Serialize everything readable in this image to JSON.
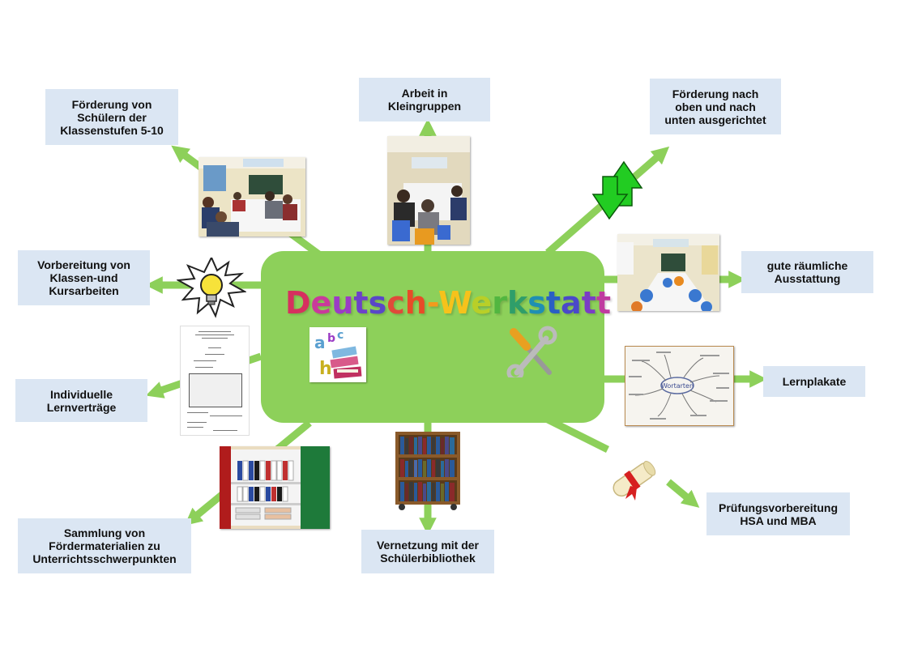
{
  "title": {
    "letters": [
      {
        "ch": "D",
        "color": "#d6315f"
      },
      {
        "ch": "e",
        "color": "#c93a9b"
      },
      {
        "ch": "u",
        "color": "#9b3cc5"
      },
      {
        "ch": "t",
        "color": "#6d41c9"
      },
      {
        "ch": "s",
        "color": "#5947c8"
      },
      {
        "ch": "c",
        "color": "#e04a3a"
      },
      {
        "ch": "h",
        "color": "#e84b28"
      },
      {
        "ch": "-",
        "color": "#f39a1d"
      },
      {
        "ch": "W",
        "color": "#f6c21b"
      },
      {
        "ch": "e",
        "color": "#b9cf28"
      },
      {
        "ch": "r",
        "color": "#52b640"
      },
      {
        "ch": "k",
        "color": "#2f9e6a"
      },
      {
        "ch": "s",
        "color": "#1f8fb3"
      },
      {
        "ch": "t",
        "color": "#2a5fc4"
      },
      {
        "ch": "a",
        "color": "#4a49c9"
      },
      {
        "ch": "t",
        "color": "#7a3dc6"
      },
      {
        "ch": "t",
        "color": "#c03ba0"
      }
    ]
  },
  "boxes": {
    "foerderung_klassen": "Förderung von\nSchülern der\nKlassenstufen 5-10",
    "kleingruppen": "Arbeit in\nKleingruppen",
    "oben_unten": "Förderung nach\noben und nach\nunten ausgerichtet",
    "vorbereitung": "Vorbereitung von\nKlassen-und\nKursarbeiten",
    "raeumlich": "gute räumliche\nAusstattung",
    "lernvertraege": "Individuelle\nLernverträge",
    "lernplakate": "Lernplakate",
    "sammlung": "Sammlung von\nFördermaterialien zu\nUnterrichtsschwerpunkten",
    "vernetzung": "Vernetzung mit der\nSchülerbibliothek",
    "pruefung": "Prüfungsvorbereitung\nHSA und MBA"
  },
  "poster_center_label": "Wortarten",
  "colors": {
    "center_fill": "#8dd05a",
    "arrow": "#8dd05a",
    "box_fill": "#dbe6f3"
  }
}
